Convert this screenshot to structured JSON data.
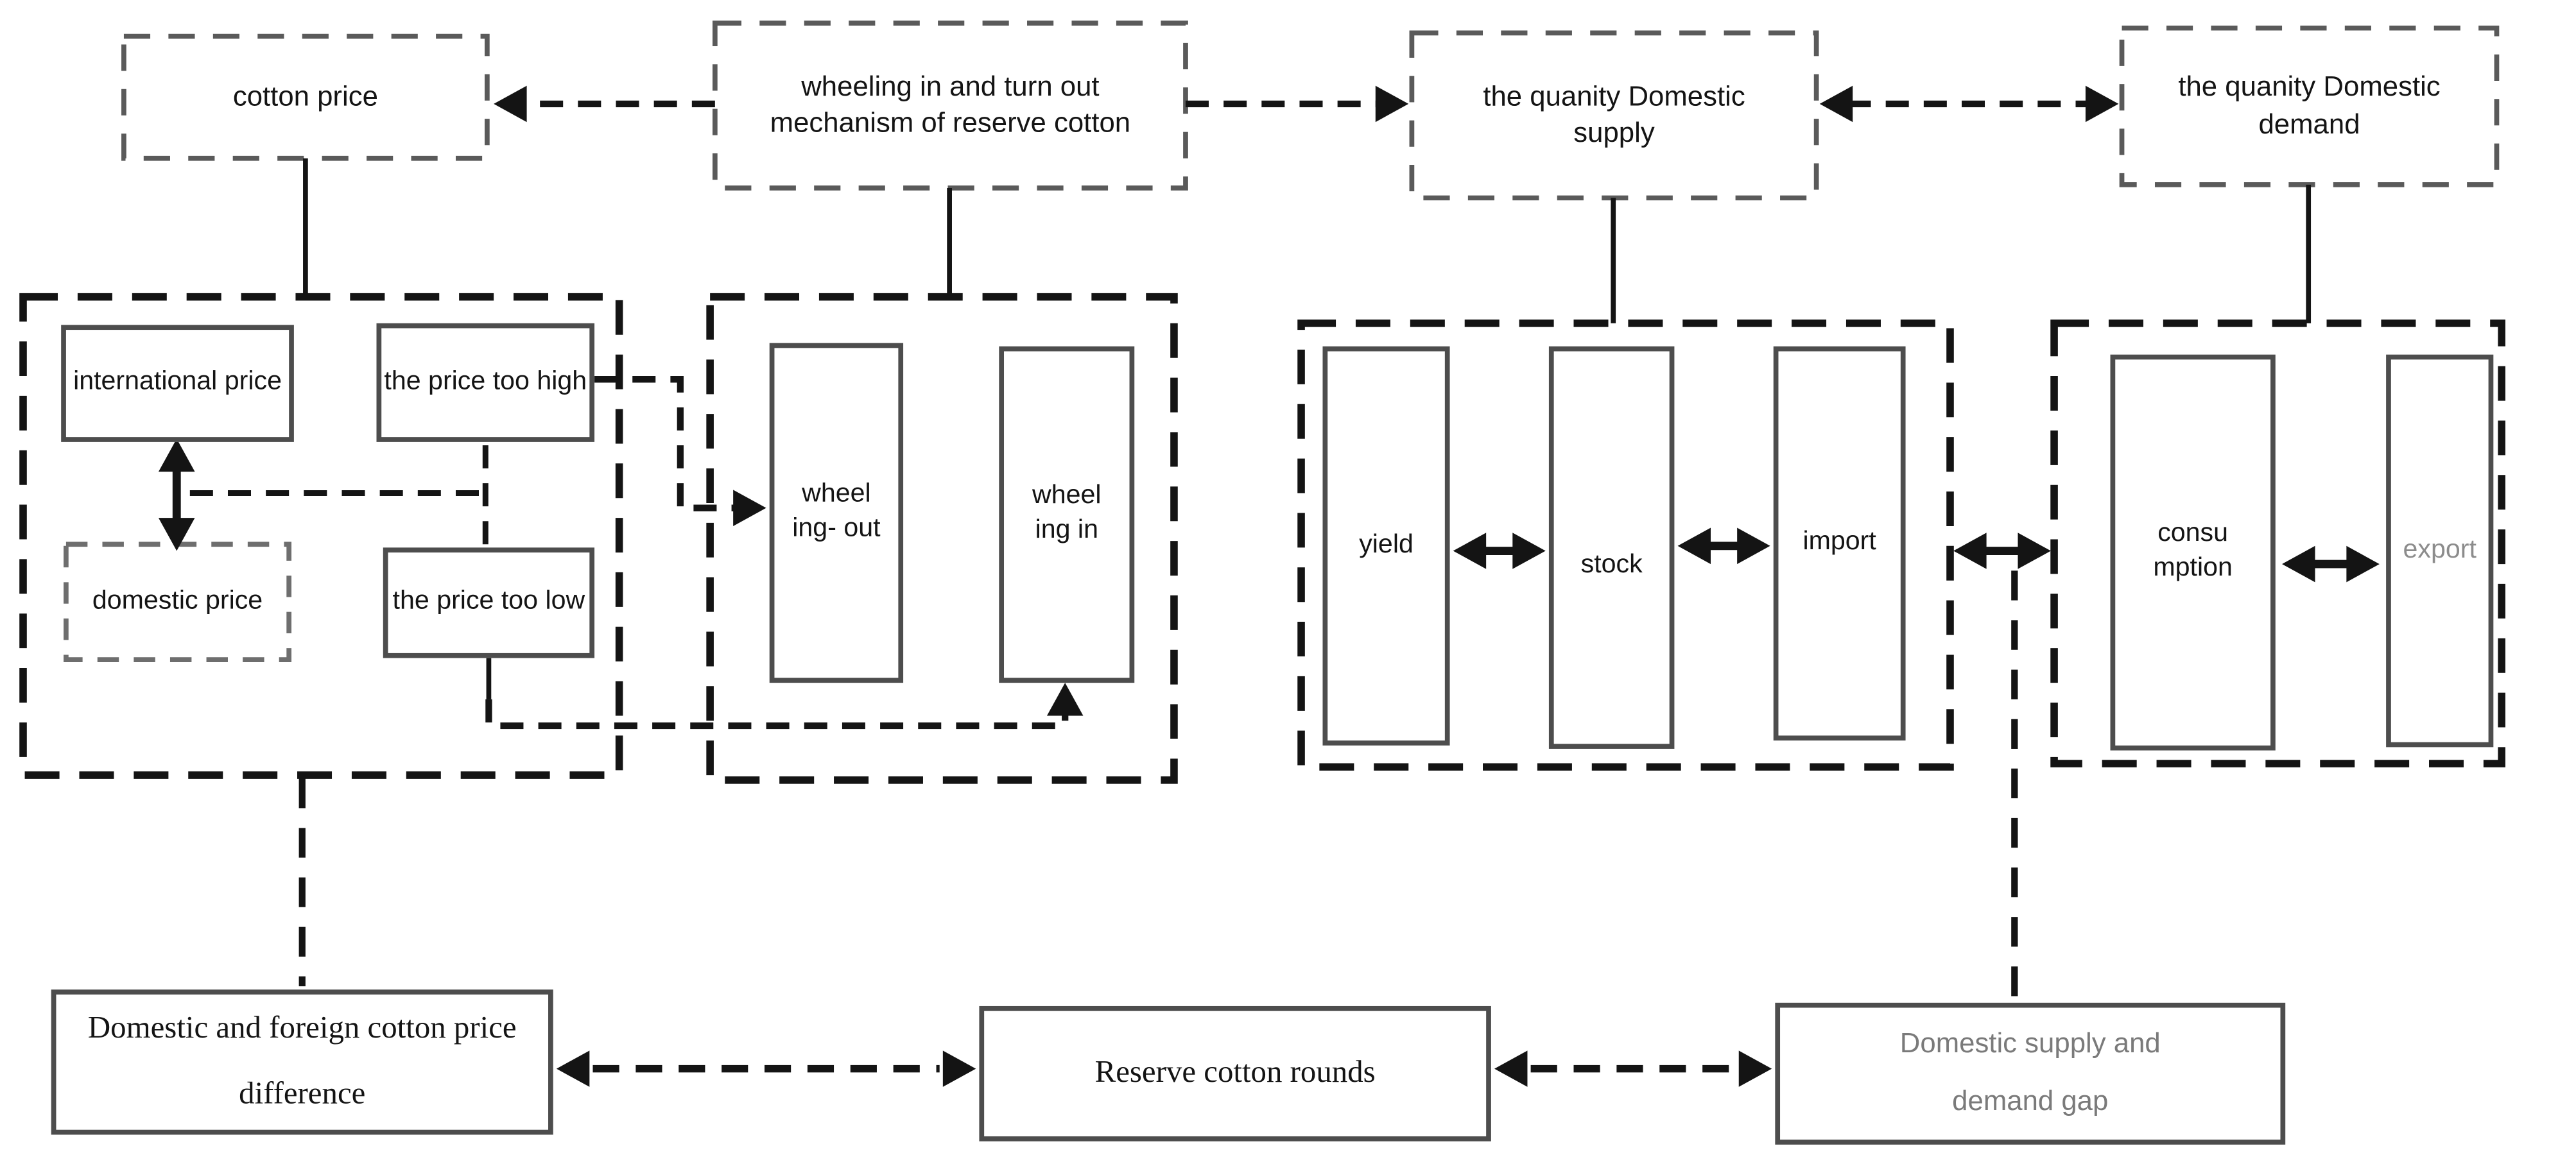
{
  "diagram": {
    "title_hint": "wheeling in and turn out mechanism of reserve cotton flowchart",
    "top_row": {
      "cotton_price": "cotton price",
      "mechanism": "wheeling in and turn out mechanism of reserve cotton",
      "supply": "the quanity Domestic supply",
      "demand": "the quanity Domestic demand"
    },
    "price_group": {
      "international": "international price",
      "too_high": "the price too high",
      "domestic": "domestic price",
      "too_low": "the price too low"
    },
    "mechanism_group": {
      "wheeling_out": "wheel ing- out",
      "wheeling_in": "wheel ing in"
    },
    "supply_group": {
      "yield": "yield",
      "stock": "stock",
      "import": "import"
    },
    "demand_group": {
      "consumption": "consu mption",
      "export": "export"
    },
    "bottom_row": {
      "price_difference": "Domestic and foreign cotton price difference",
      "reserve_rounds": "Reserve cotton rounds",
      "supply_demand_gap": "Domestic supply and demand gap"
    },
    "colors": {
      "line": "#141414",
      "solid_box_border": "#4d4d4d",
      "dashed_box_border": "#5a5a5a",
      "muted_text": "#7a7a7a",
      "export_text": "#8c8c8c",
      "background": "#ffffff"
    }
  }
}
